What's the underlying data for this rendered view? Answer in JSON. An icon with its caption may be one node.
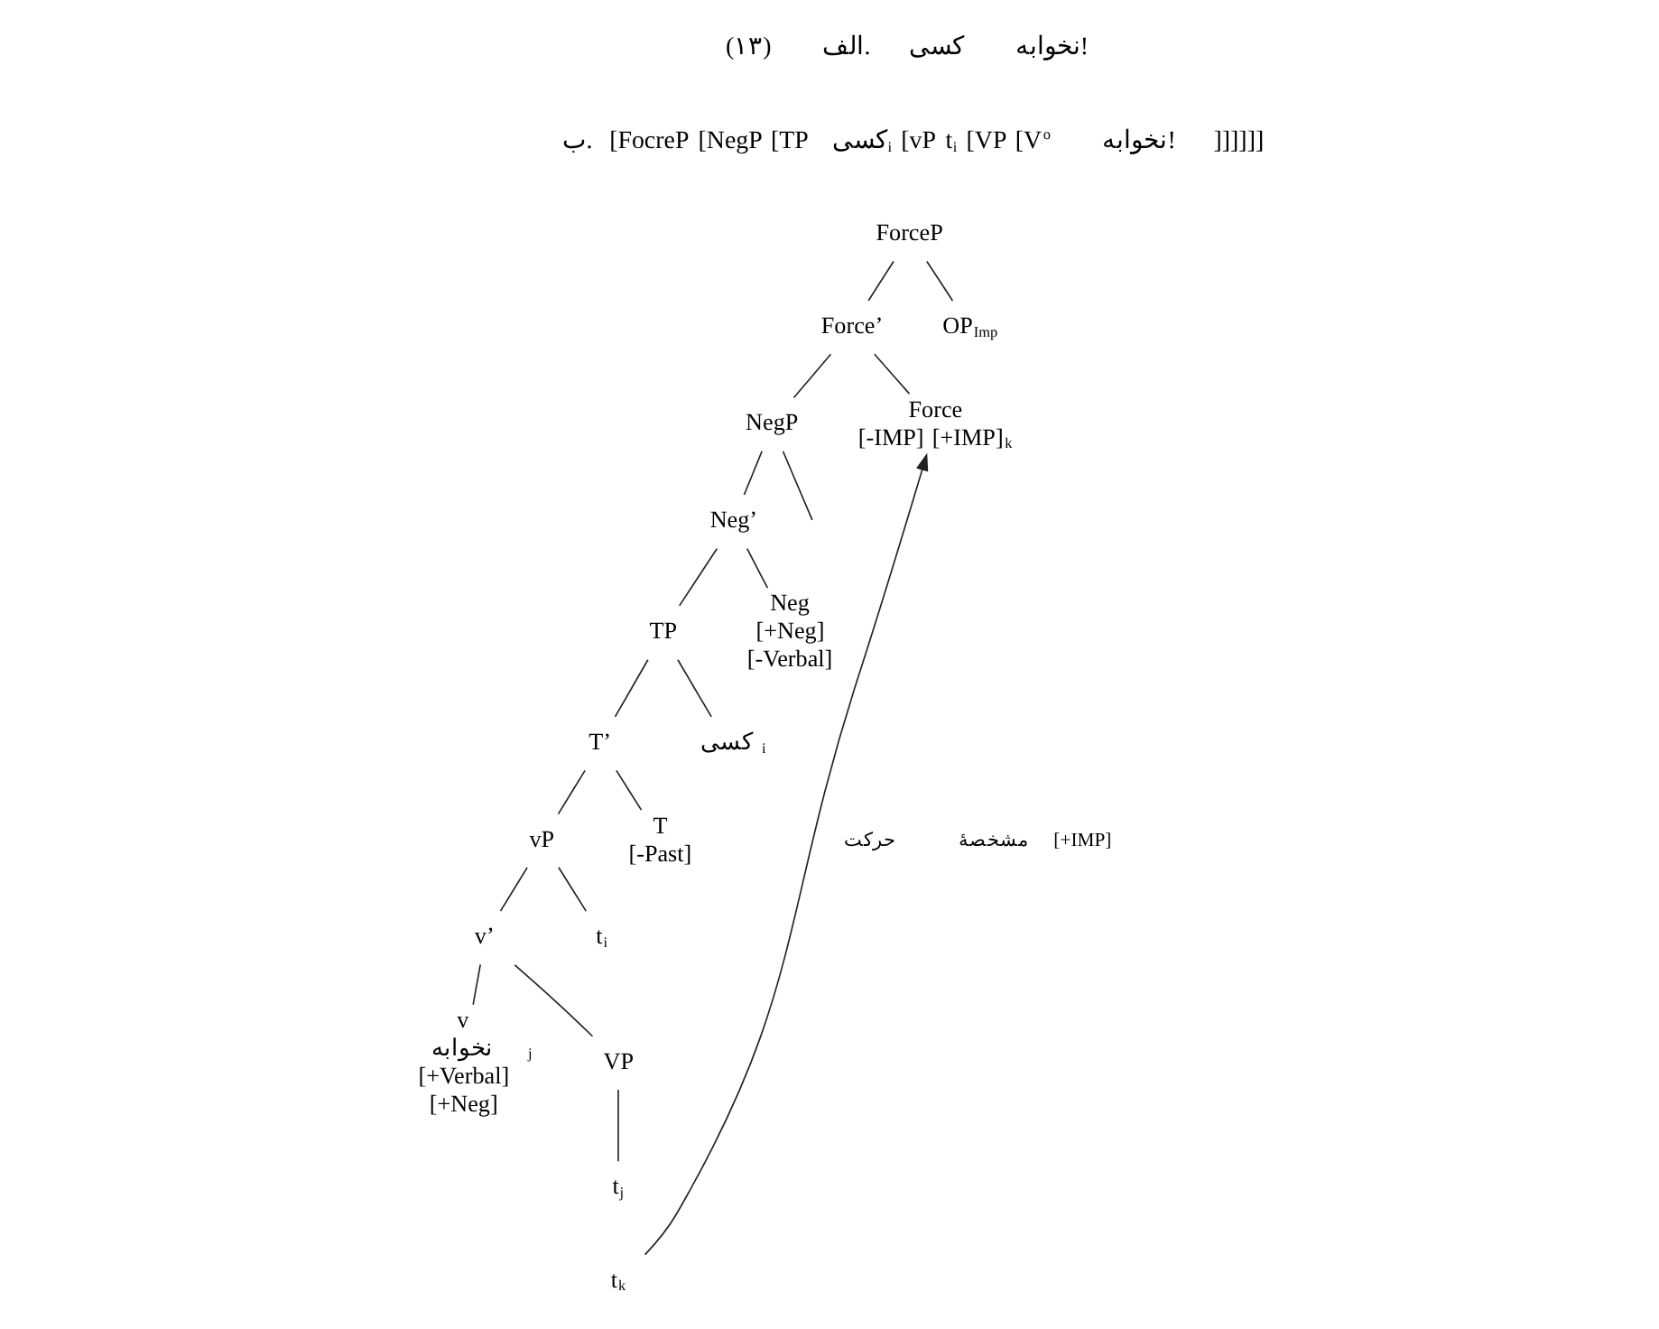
{
  "diagram": {
    "nodes": [
      {
        "text": [
          "ForceP"
        ]
      },
      {
        "text": [
          "Force’"
        ]
      },
      {
        "text": [
          "OP$_{Imp}$"
        ]
      },
      {
        "text": [
          "NegP"
        ]
      },
      {
        "text": [
          "Force",
          "[-IMP] [+IMP]$_{k}$"
        ]
      },
      {
        "text": [
          "Neg’"
        ]
      },
      {
        "text": [
          "TP"
        ]
      },
      {
        "text": [
          "Neg",
          "[+Neg]",
          "[-Verbal]"
        ]
      },
      {
        "text": [
          "T’"
        ]
      },
      {
        "text": [
          "کسی $_{i}$"
        ]
      },
      {
        "text": [
          "vP"
        ]
      },
      {
        "text": [
          "T",
          "[-Past]"
        ]
      },
      {
        "text": [
          "v’"
        ]
      },
      {
        "text": [
          "t$_{i}$"
        ]
      },
      {
        "text": [
          "v",
          "نخوابه $_{j}$",
          "[+Verbal]",
          "[+Neg]"
        ]
      },
      {
        "text": [
          "VP"
        ]
      },
      {
        "text": [
          "t$_{j}$"
        ]
      },
      {
        "text": [
          "t$_{k}$"
        ]
      }
    ],
    "edges": [
      {
        "from": 0,
        "to": 1,
        "arrow": "none"
      },
      {
        "from": 0,
        "to": 2,
        "arrow": "none"
      },
      {
        "from": 1,
        "to": 3,
        "arrow": "none"
      },
      {
        "from": 1,
        "to": 4,
        "arrow": "none"
      },
      {
        "from": 3,
        "to": 5,
        "arrow": "none"
      },
      {
        "from": 3,
        "to": null,
        "arrow": "none"
      },
      {
        "from": 5,
        "to": 6,
        "arrow": "none"
      },
      {
        "from": 5,
        "to": 7,
        "arrow": "none"
      },
      {
        "from": 6,
        "to": 8,
        "arrow": "none"
      },
      {
        "from": 6,
        "to": 9,
        "arrow": "none"
      },
      {
        "from": 8,
        "to": 10,
        "arrow": "none"
      },
      {
        "from": 8,
        "to": 11,
        "arrow": "none"
      },
      {
        "from": 10,
        "to": 12,
        "arrow": "none"
      },
      {
        "from": 10,
        "to": 13,
        "arrow": "none"
      },
      {
        "from": 12,
        "to": 14,
        "arrow": "none"
      },
      {
        "from": 12,
        "to": 15,
        "arrow": "none"
      },
      {
        "from": 15,
        "to": 16,
        "arrow": "none"
      },
      {
        "from": 17,
        "to": 4,
        "arrow": "to",
        "label": "حرکت مشخصهٔ [+IMP]"
      }
    ],
    "labels": [
      "(۱۳) الف. کسی نخوابه!",
      "ب. [FocreP [NegP [TP کسی$_{i}$ [vP t$_{i}$ [VP [V$^{o}$ نخوابه! ]]]]]]"
    ]
  }
}
